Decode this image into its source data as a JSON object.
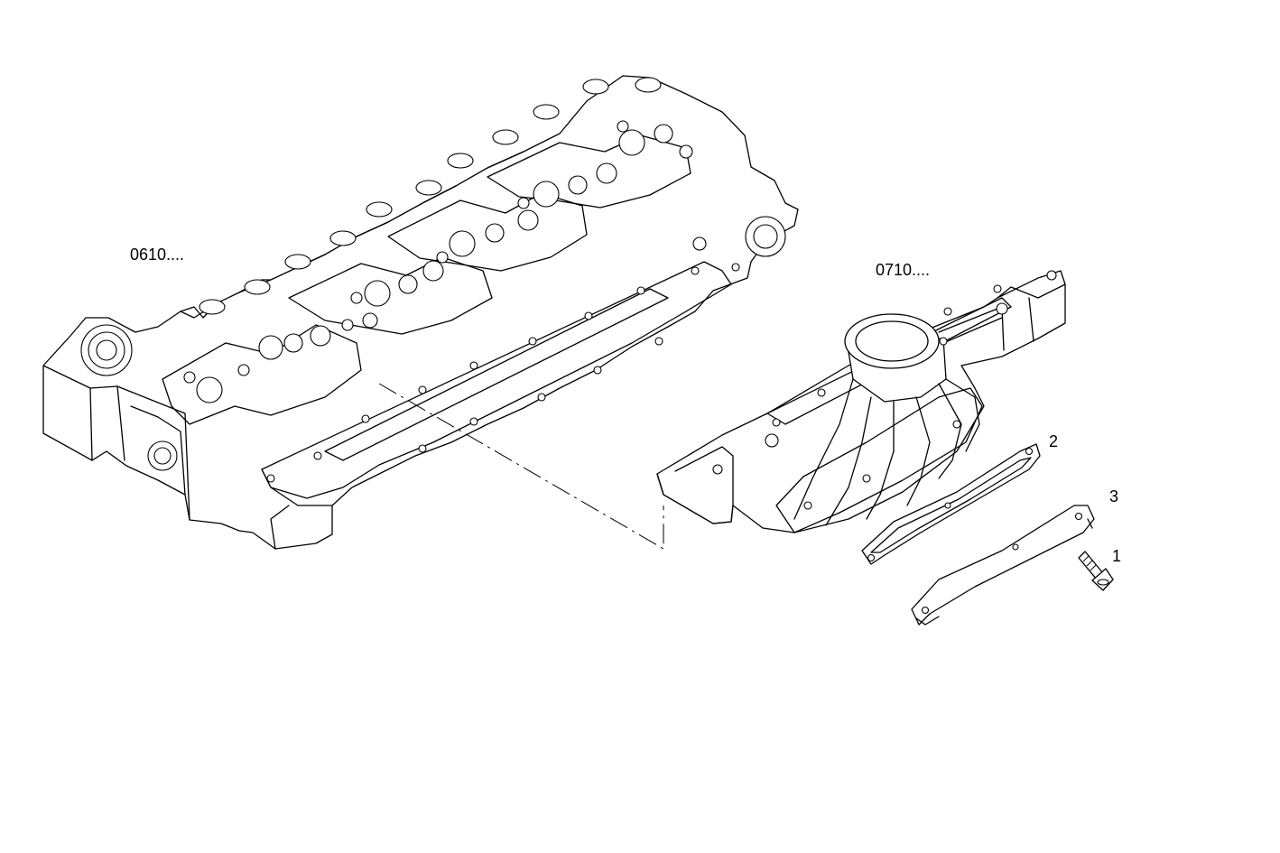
{
  "labels": {
    "group_head": "0610....",
    "group_manifold": "0710....",
    "item_1": "1",
    "item_2": "2",
    "item_3": "3"
  }
}
